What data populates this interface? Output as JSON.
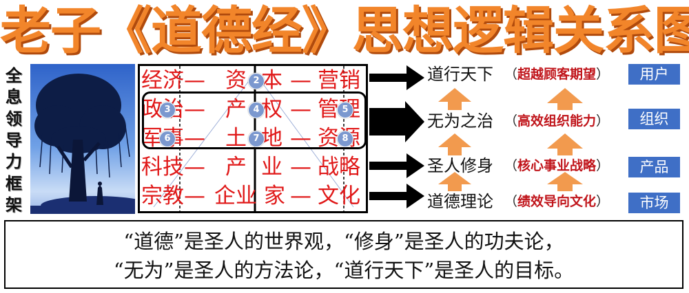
{
  "title": "老子《道德经》思想逻辑关系图",
  "side_label": [
    "全",
    "息",
    "领",
    "导",
    "力",
    "框",
    "架"
  ],
  "grid": {
    "rows": [
      {
        "cells": [
          "经济",
          "资",
          "本",
          "营销"
        ],
        "sep": "—"
      },
      {
        "cells": [
          "政治",
          "产",
          "权",
          "管理"
        ],
        "sep": "—"
      },
      {
        "cells": [
          "军事",
          "土",
          "地",
          "资源"
        ],
        "sep": "—"
      },
      {
        "cells": [
          "科技",
          "产",
          "业",
          "战略"
        ],
        "sep": "—"
      },
      {
        "cells": [
          "宗教",
          "企业",
          "家",
          "文化"
        ],
        "sep": "—"
      }
    ],
    "badges": [
      "2",
      "3",
      "4",
      "5",
      "6",
      "7",
      "8"
    ]
  },
  "right": {
    "rows": [
      {
        "main": "道行天下",
        "sub": "超越顾客期望",
        "box": "用户"
      },
      {
        "main": "无为之治",
        "sub": "高效组织能力",
        "box": "组织"
      },
      {
        "main": "圣人修身",
        "sub": "核心事业战略",
        "box": "产品"
      },
      {
        "main": "道德理论",
        "sub": "绩效导向文化",
        "box": "市场"
      }
    ],
    "paren_open": "（",
    "paren_close": "）"
  },
  "quote": {
    "line1": "“道德”是圣人的世界观，“修身”是圣人的功夫论，",
    "line2": "“无为”是圣人的方法论，“道行天下”是圣人的目标。"
  },
  "colors": {
    "title": "#f2852a",
    "grid_text": "#e01818",
    "badge": "#7b98cf",
    "up_arrow": "#f29a4e",
    "box": "#3f6fc6",
    "sub_text": "#c0141a"
  }
}
